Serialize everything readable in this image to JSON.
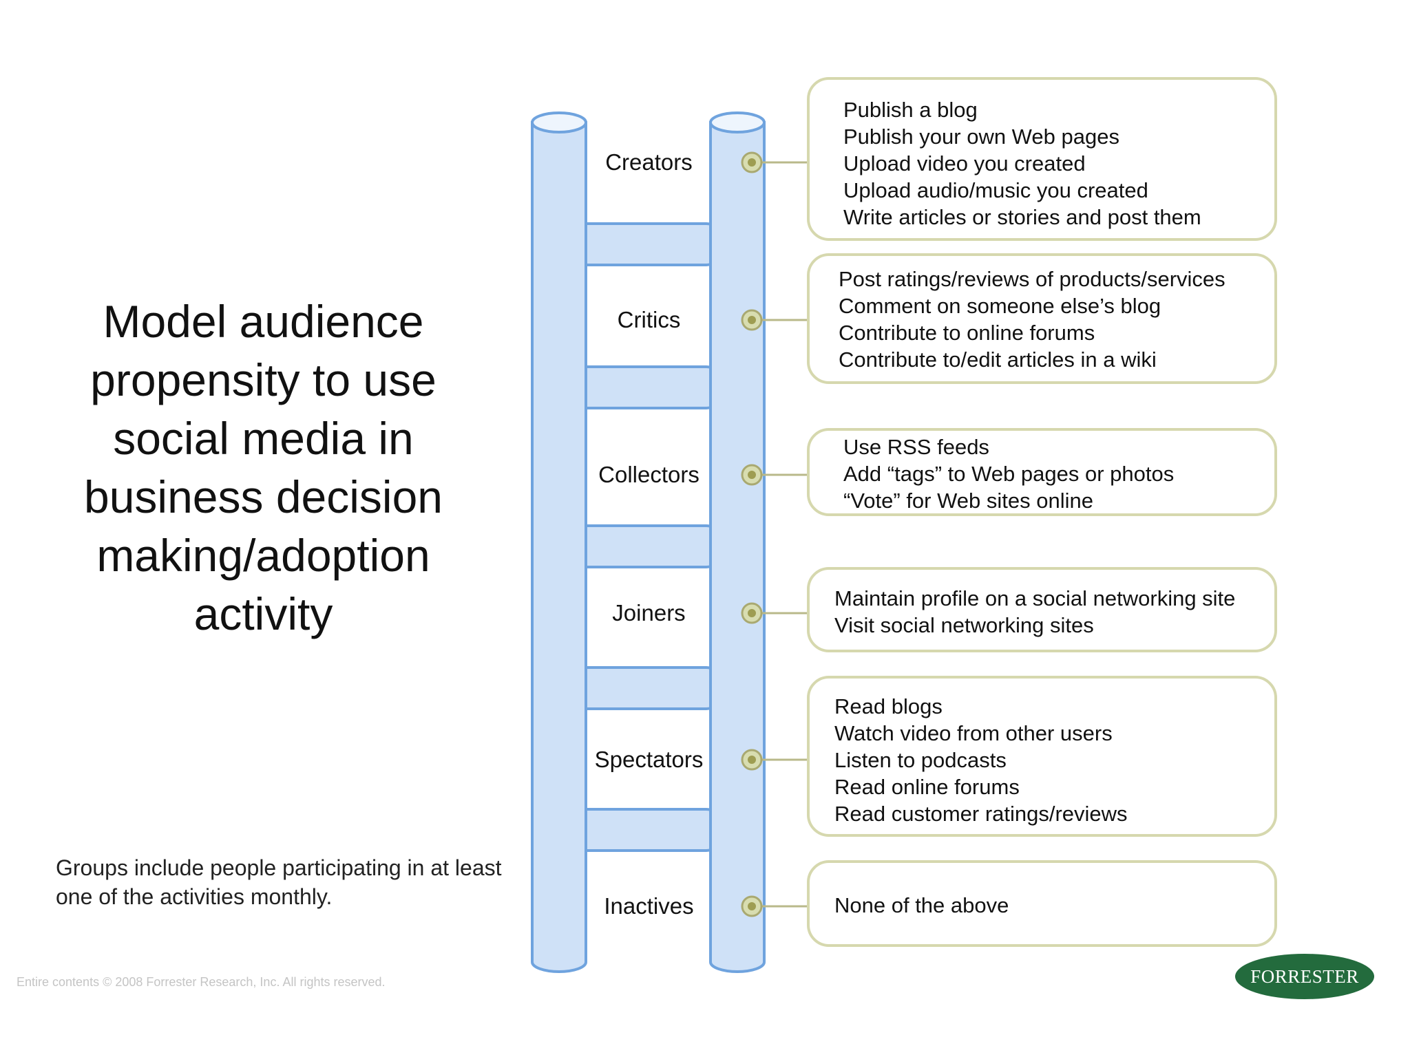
{
  "title_lines": [
    "Model audience",
    "propensity to use",
    "social media in",
    "business decision",
    "making/adoption",
    "activity"
  ],
  "note": "Groups include people participating in at least one of the activities monthly.",
  "copyright": "Entire contents © 2008  Forrester Research, Inc. All rights reserved.",
  "logo": "FORRESTER",
  "colors": {
    "rail_fill": "#cfe1f7",
    "rail_stroke": "#6fa3de",
    "box_border": "#d6d8ae",
    "connector_dot": "#9e9d52",
    "logo_bg": "#236b3d"
  },
  "levels": [
    {
      "name": "Creators",
      "activities": [
        "Publish a blog",
        "Publish your own Web pages",
        "Upload video you created",
        "Upload audio/music you created",
        "Write articles or stories and post them"
      ]
    },
    {
      "name": "Critics",
      "activities": [
        "Post ratings/reviews of products/services",
        "Comment on someone else’s blog",
        "Contribute to online forums",
        "Contribute to/edit articles in a wiki"
      ]
    },
    {
      "name": "Collectors",
      "activities": [
        "Use RSS  feeds",
        "Add “tags” to Web pages or photos",
        "“Vote” for Web sites online"
      ]
    },
    {
      "name": "Joiners",
      "activities": [
        "Maintain profile on a social networking site",
        "Visit social networking sites"
      ]
    },
    {
      "name": "Spectators",
      "activities": [
        "Read blogs",
        "Watch video from other users",
        "Listen to podcasts",
        "Read online forums",
        "Read customer ratings/reviews"
      ]
    },
    {
      "name": "Inactives",
      "activities": [
        "None of the above"
      ]
    }
  ]
}
